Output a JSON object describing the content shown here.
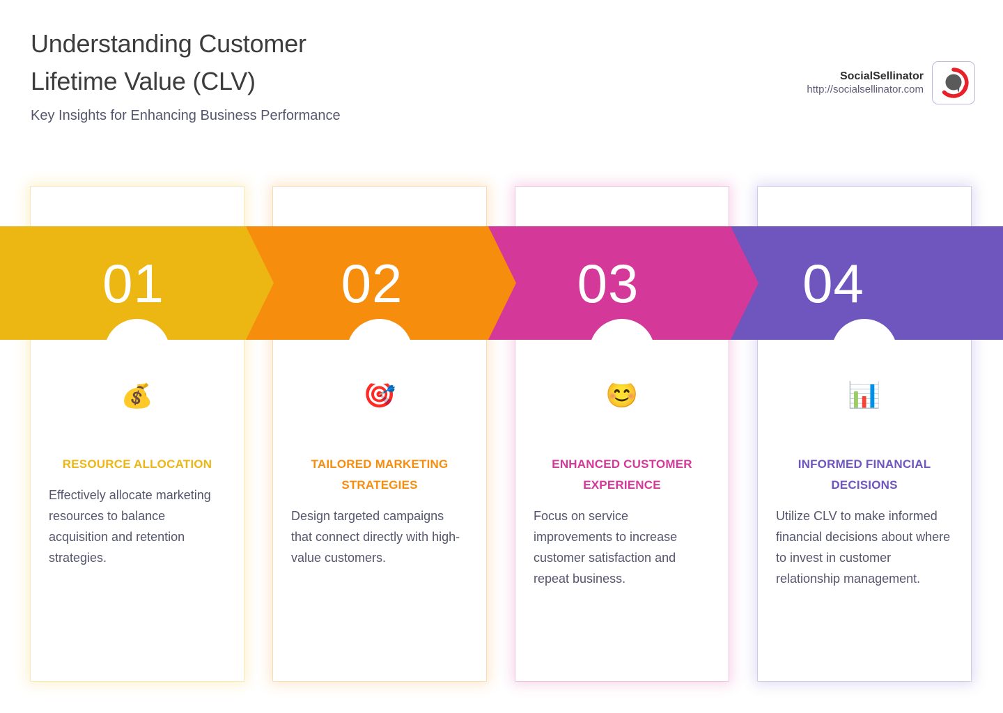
{
  "header": {
    "title_line1": "Understanding Customer",
    "title_line2": "Lifetime Value (CLV)",
    "subtitle": "Key Insights for Enhancing Business Performance"
  },
  "brand": {
    "name": "SocialSellinator",
    "url": "http://socialsellinator.com",
    "logo_icon": "speech-bubble-ring-logo"
  },
  "colors": {
    "accent_1": "#edb713",
    "accent_2": "#f78d0d",
    "accent_3": "#d43898",
    "accent_4": "#6e56be",
    "title": "#3c3c3c",
    "body": "#55556d",
    "background": "#ffffff"
  },
  "steps": [
    {
      "number": "01",
      "emoji": "💰",
      "emoji_name": "money-bag-emoji",
      "heading": "RESOURCE ALLOCATION",
      "description": "Effectively allocate marketing resources to balance acquisition and retention strategies.",
      "color": "#edb713"
    },
    {
      "number": "02",
      "emoji": "🎯",
      "emoji_name": "direct-hit-target-emoji",
      "heading": "TAILORED MARKETING STRATEGIES",
      "description": "Design targeted campaigns that connect directly with high-value customers.",
      "color": "#f78d0d"
    },
    {
      "number": "03",
      "emoji": "😊",
      "emoji_name": "smiling-face-emoji",
      "heading": "ENHANCED CUSTOMER EXPERIENCE",
      "description": "Focus on service improvements to increase customer satisfaction and repeat business.",
      "color": "#d43898"
    },
    {
      "number": "04",
      "emoji": "📊",
      "emoji_name": "bar-chart-emoji",
      "heading": "INFORMED FINANCIAL DECISIONS",
      "description": "Utilize CLV to make informed financial decisions about where to invest in customer relationship management.",
      "color": "#6e56be"
    }
  ]
}
